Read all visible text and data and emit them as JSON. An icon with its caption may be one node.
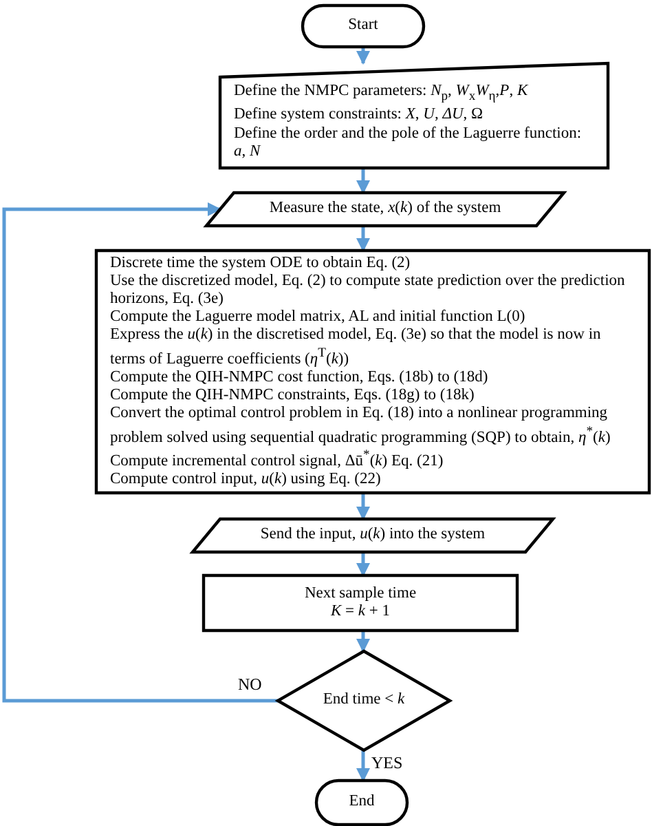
{
  "diagram": {
    "nodes": [
      {
        "text": [
          "Start"
        ]
      },
      {
        "text": [
          "Define the NMPC parameters: *N*$_{p}$, *W*$_{x}$*W*$_{η}$,*P*, *K*",
          "Define system constraints: *X*, *U*, *ΔU*, Ω",
          "Define the order and the pole of the Laguerre function: *a*, *N*"
        ]
      },
      {
        "text": [
          "Measure the state, *x*(*k*) of the system"
        ]
      },
      {
        "text": [
          "Discrete time the system ODE to obtain Eq. (2)",
          "Use the discretized model, Eq. (2) to compute state prediction over the prediction horizons, Eq. (3e)",
          "Compute the Laguerre model matrix, AL and initial function L(0)",
          "Express the *u*(*k*) in the discretised model, Eq. (3e) so that the model is now in terms of Laguerre coefficients (*η*$^{T}$(*k*))",
          "Compute the QIH-NMPC cost function, Eqs. (18b) to (18d)",
          "Compute the QIH-NMPC constraints, Eqs. (18g) to (18k)",
          "Convert the optimal control problem in Eq. (18) into a nonlinear programming problem solved using sequential quadratic programming (SQP) to obtain, *η*$^{*}$(*k*)",
          "Compute incremental control signal, Δū$^{*}$(*k*) Eq. (21)",
          "Compute control input, *u*(*k*) using Eq. (22)"
        ]
      },
      {
        "text": [
          "Send the input, *u*(*k*) into the system"
        ]
      },
      {
        "text": [
          "Next sample time",
          "*K* = *k* + 1"
        ]
      },
      {
        "text": [
          "End time < *k*"
        ]
      },
      {
        "text": [
          "End"
        ]
      }
    ],
    "edges": [
      {
        "from": 0,
        "to": 1,
        "arrow": "to"
      },
      {
        "from": 1,
        "to": 2,
        "arrow": "to"
      },
      {
        "from": 2,
        "to": 3,
        "arrow": "to"
      },
      {
        "from": 3,
        "to": 4,
        "arrow": "to"
      },
      {
        "from": 4,
        "to": 5,
        "arrow": "to"
      },
      {
        "from": 5,
        "to": 6,
        "arrow": "to"
      },
      {
        "from": 6,
        "to": 2,
        "arrow": "to",
        "label": "NO"
      },
      {
        "from": 6,
        "to": 7,
        "arrow": "to",
        "label": "YES"
      }
    ]
  }
}
